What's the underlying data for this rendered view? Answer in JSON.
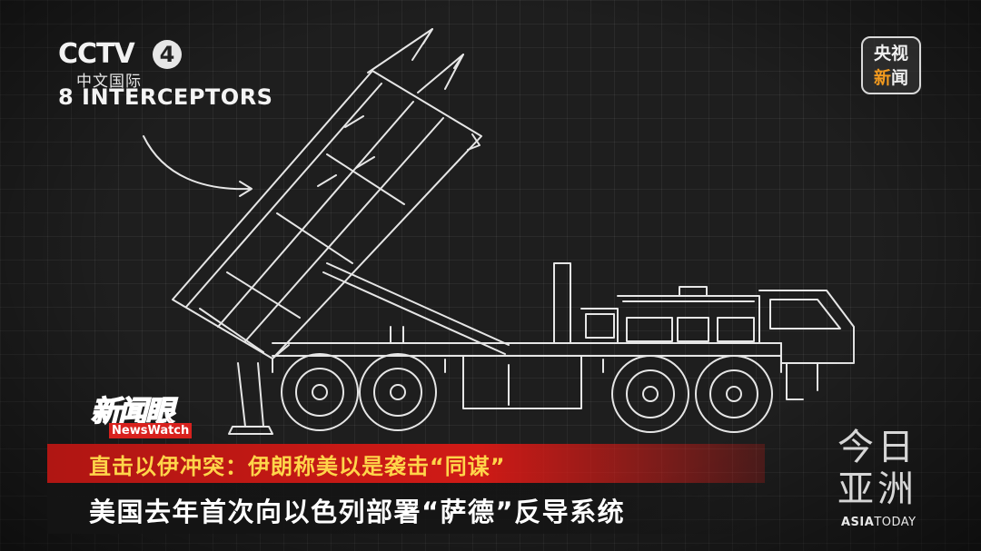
{
  "broadcaster": {
    "logo_text": "CCTV",
    "channel_number": "4",
    "channel_name": "中文国际"
  },
  "diagram": {
    "label": "8 INTERCEPTORS",
    "line_color": "#e8e8e8"
  },
  "channel_badge": {
    "line1": "央视",
    "line2_first": "新",
    "line2_second": "闻",
    "accent_color": "#f39a1e"
  },
  "program_logo": {
    "cn": "新闻眼",
    "en": "NewsWatch",
    "color": "#d8211e"
  },
  "lower_third": {
    "headline": "直击以伊冲突：伊朗称美以是袭击“同谋”",
    "subtitle": "美国去年首次向以色列部署“萨德”反导系统",
    "headline_color": "#ffd54a",
    "bar_color": "#d01a16"
  },
  "corner_logo": {
    "cn_line1": "今日",
    "cn_line2": "亚洲",
    "en_bold": "ASIA",
    "en_light": "TODAY"
  }
}
